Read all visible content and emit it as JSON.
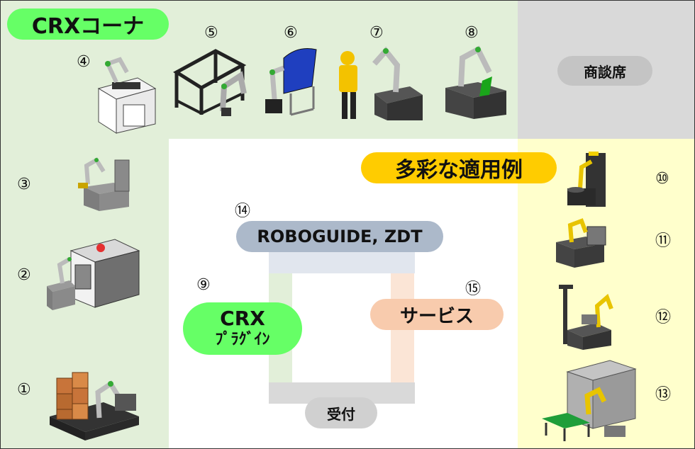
{
  "title": "CRXコーナ",
  "section_label": "多彩な適用例",
  "meeting_area": "商談席",
  "reception": "受付",
  "roboguide": "ROBOGUIDE, ZDT",
  "service": "サービス",
  "plugin": {
    "line1": "CRX",
    "line2": "ﾌﾟﾗｸﾞｲﾝ"
  },
  "numbers": {
    "n1": "①",
    "n2": "②",
    "n3": "③",
    "n4": "④",
    "n5": "⑤",
    "n6": "⑥",
    "n7": "⑦",
    "n8": "⑧",
    "n9": "⑨",
    "n10": "⑩",
    "n11": "⑪",
    "n12": "⑫",
    "n13": "⑬",
    "n14": "⑭",
    "n15": "⑮"
  },
  "colors": {
    "crx_zone": "#e2efd9",
    "meeting_zone": "#d9d9d9",
    "applications_zone": "#ffffcc",
    "title_pill": "#66ff66",
    "section_pill": "#ffcc00",
    "roboguide_pill": "#acb9ca",
    "service_pill": "#f8cbad",
    "plugin_pill": "#66ff66",
    "reception_pill": "#d0d0d0"
  }
}
